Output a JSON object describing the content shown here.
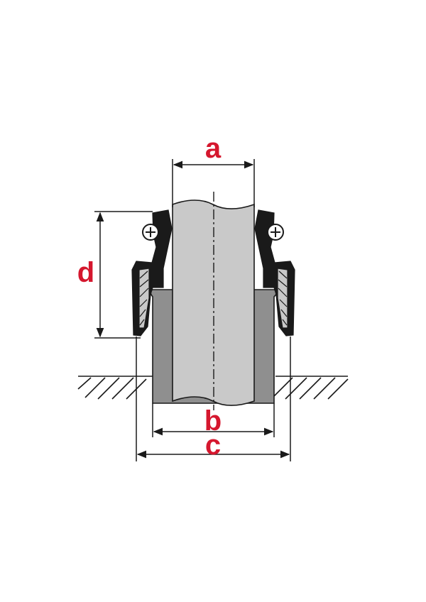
{
  "labels": {
    "a": "a",
    "b": "b",
    "c": "c",
    "d": "d"
  },
  "colors": {
    "label_red": "#d5172e",
    "pipe_fill": "#c9c9c9",
    "sleeve_fill": "#8f8f8f",
    "outline": "#1a1a1a",
    "background": "#ffffff"
  }
}
